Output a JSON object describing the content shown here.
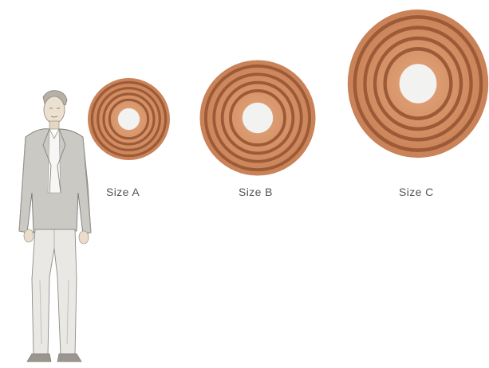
{
  "illustration": {
    "figure": "standing-man-sketch",
    "colors": {
      "wood_light": "#e3a57a",
      "wood_mid": "#c98157",
      "wood_dark": "#9c5a36",
      "mirror_glass": "#f2f2f0",
      "suit": "#c9c7c3",
      "shirt": "#f4f4f2",
      "skin": "#e9d9c6",
      "label_text": "#555555"
    }
  },
  "sizes": [
    {
      "label": "Size A",
      "icon": "round-wooden-mirror-icon"
    },
    {
      "label": "Size B",
      "icon": "round-wooden-mirror-icon"
    },
    {
      "label": "Size C",
      "icon": "round-wooden-mirror-icon"
    }
  ]
}
